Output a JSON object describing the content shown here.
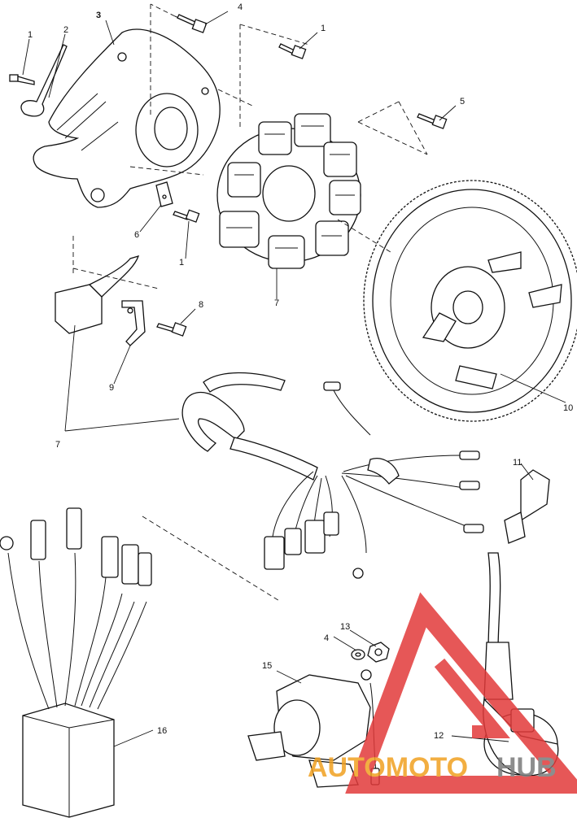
{
  "labels": {
    "l1a": "1",
    "l2": "2",
    "l3": "3",
    "l4": "4",
    "l1b": "1",
    "l5": "5",
    "l6": "6",
    "l1c": "1",
    "l7a": "7",
    "l8": "8",
    "l9": "9",
    "l10": "10",
    "l7b": "7",
    "l11": "11",
    "l13": "13",
    "l4b": "4",
    "l15": "15",
    "l16": "16",
    "l12": "12"
  },
  "watermark": {
    "word1": "AUTOMOTO",
    "word2": "HUB",
    "color_orange": "#f0a020",
    "color_red": "#e23a3a",
    "color_grey": "#7a7a7a"
  }
}
